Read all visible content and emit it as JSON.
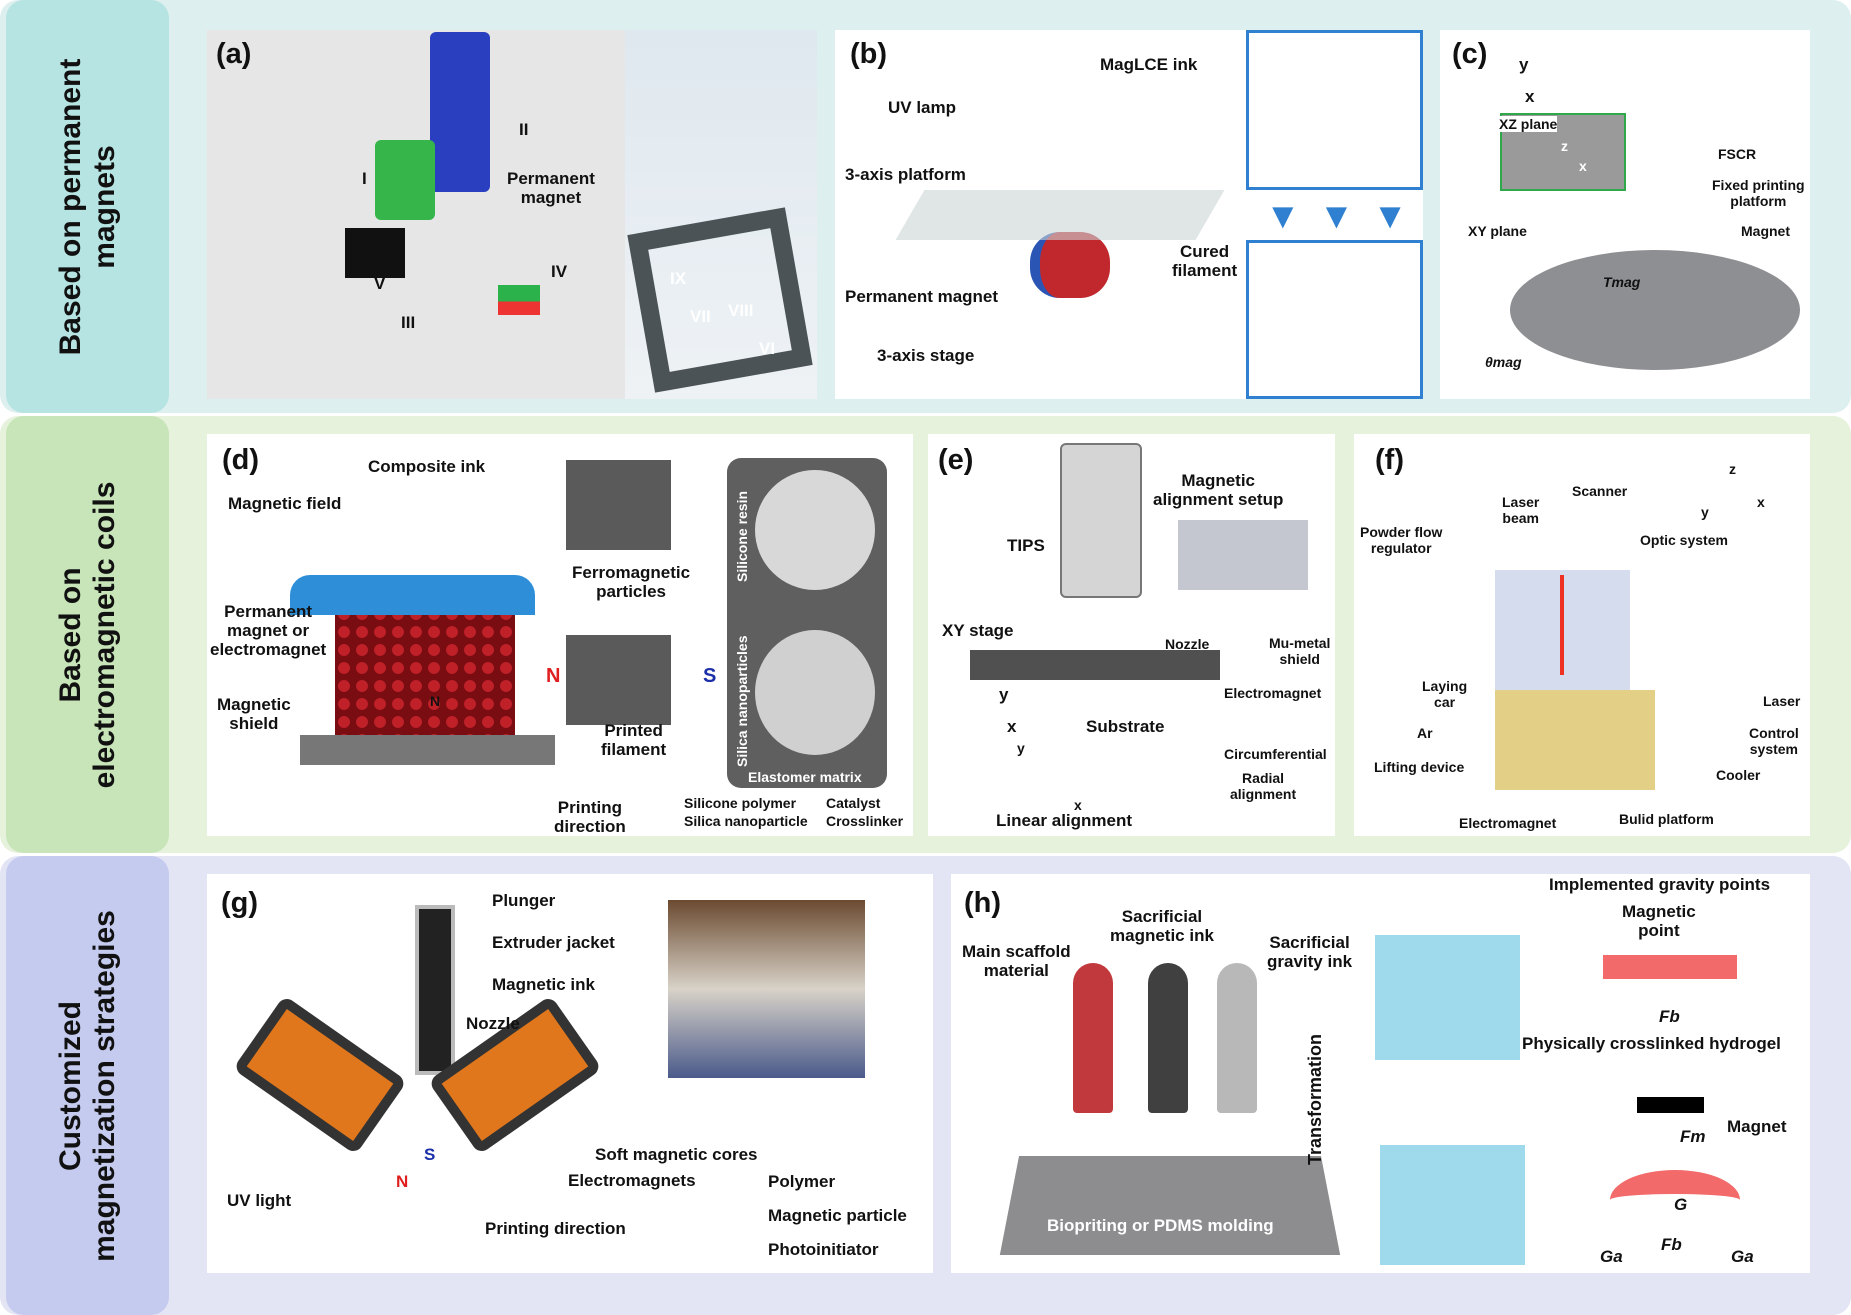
{
  "rows": [
    {
      "label": "Based on permanent\nmagnets",
      "color": "#ddf0ef",
      "tab_color": "#b6e4e2"
    },
    {
      "label": "Based on\nelectromagnetic coils",
      "color": "#e6f2dc",
      "tab_color": "#c7e5b8"
    },
    {
      "label": "Customized\nmagnetization strategies",
      "color": "#e3e5f5",
      "tab_color": "#c5cbee"
    }
  ],
  "panels": {
    "a": {
      "letter": "(a)",
      "labels": [
        "I",
        "II",
        "Permanent\nmagnet",
        "IV",
        "V",
        "III",
        "IX",
        "VII",
        "VIII",
        "VI"
      ]
    },
    "b": {
      "letter": "(b)",
      "labels": [
        "MagLCE ink",
        "UV lamp",
        "3-axis platform",
        "Cured\nfilament",
        "Permanent magnet",
        "3-axis stage"
      ]
    },
    "c": {
      "letter": "(c)",
      "labels": [
        "y",
        "x",
        "XZ plane",
        "z",
        "x",
        "FSCR",
        "Fixed printing\nplatform",
        "XY plane",
        "Magnet",
        "Tmag",
        "θmag"
      ]
    },
    "d": {
      "letter": "(d)",
      "labels": [
        "Composite ink",
        "Magnetic field",
        "Ferromagnetic\nparticles",
        "Silicone resin",
        "Permanent\nmagnet or\nelectromagnet",
        "N",
        "S",
        "Magnetic\nshield",
        "N",
        "Printed\nfilament",
        "Silica nanoparticles",
        "Elastomer matrix",
        "Printing\ndirection",
        "Silicone polymer",
        "Catalyst",
        "Silica nanoparticle",
        "Crosslinker"
      ]
    },
    "e": {
      "letter": "(e)",
      "labels": [
        "Magnetic\nalignment setup",
        "TIPS",
        "XY stage",
        "Nozzle",
        "Mu-metal\nshield",
        "Electromagnet",
        "y",
        "x",
        "Substrate",
        "y",
        "x",
        "Circumferential",
        "Radial\nalignment",
        "Linear alignment"
      ]
    },
    "f": {
      "letter": "(f)",
      "labels": [
        "Laser\nbeam",
        "Scanner",
        "Powder flow\nregulator",
        "Optic system",
        "z",
        "y",
        "x",
        "Laying\ncar",
        "Laser",
        "Ar",
        "Control\nsystem",
        "Lifting device",
        "Cooler",
        "Electromagnet",
        "Bulid platform"
      ]
    },
    "g": {
      "letter": "(g)",
      "labels": [
        "Plunger",
        "Extruder jacket",
        "Magnetic ink",
        "Nozzle",
        "S",
        "Soft magnetic cores",
        "N",
        "Electromagnets",
        "Polymer",
        "UV light",
        "Magnetic particle",
        "Printing direction",
        "Photoinitiator"
      ]
    },
    "h": {
      "letter": "(h)",
      "labels": [
        "Implemented gravity points",
        "Sacrificial\nmagnetic ink",
        "Magnetic\npoint",
        "Main scaffold\nmaterial",
        "Sacrificial\ngravity ink",
        "Transformation",
        "Fb",
        "Physically crosslinked hydrogel",
        "Magnet",
        "Fm",
        "G",
        "Biopriting or PDMS molding",
        "Ga",
        "Fb",
        "Ga"
      ]
    }
  }
}
